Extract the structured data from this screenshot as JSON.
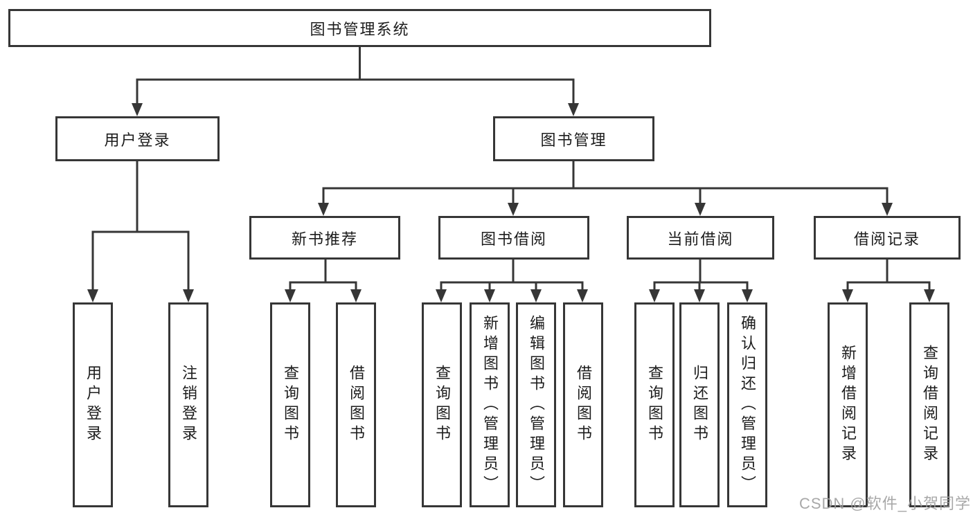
{
  "colors": {
    "background": "#ffffff",
    "line": "#363636",
    "text": "#1c1c1c",
    "watermark": "#9e9e9e"
  },
  "watermark": {
    "text": "CSDN @软件_小贺同学"
  },
  "diagram": {
    "type": "tree",
    "root": {
      "label": "图书管理系统"
    },
    "branches": [
      {
        "label": "用户登录",
        "children": [
          {
            "label": "用户登录"
          },
          {
            "label": "注销登录"
          }
        ]
      },
      {
        "label": "图书管理",
        "children": [
          {
            "label": "新书推荐",
            "children": [
              {
                "label": "查询图书"
              },
              {
                "label": "借阅图书"
              }
            ]
          },
          {
            "label": "图书借阅",
            "children": [
              {
                "label": "查询图书"
              },
              {
                "label": "新增图书（管理员）"
              },
              {
                "label": "编辑图书（管理员）"
              },
              {
                "label": "借阅图书"
              }
            ]
          },
          {
            "label": "当前借阅",
            "children": [
              {
                "label": "查询图书"
              },
              {
                "label": "归还图书"
              },
              {
                "label": "确认归还（管理员）"
              }
            ]
          },
          {
            "label": "借阅记录",
            "children": [
              {
                "label": "新增借阅记录"
              },
              {
                "label": "查询借阅记录"
              }
            ]
          }
        ]
      }
    ]
  }
}
